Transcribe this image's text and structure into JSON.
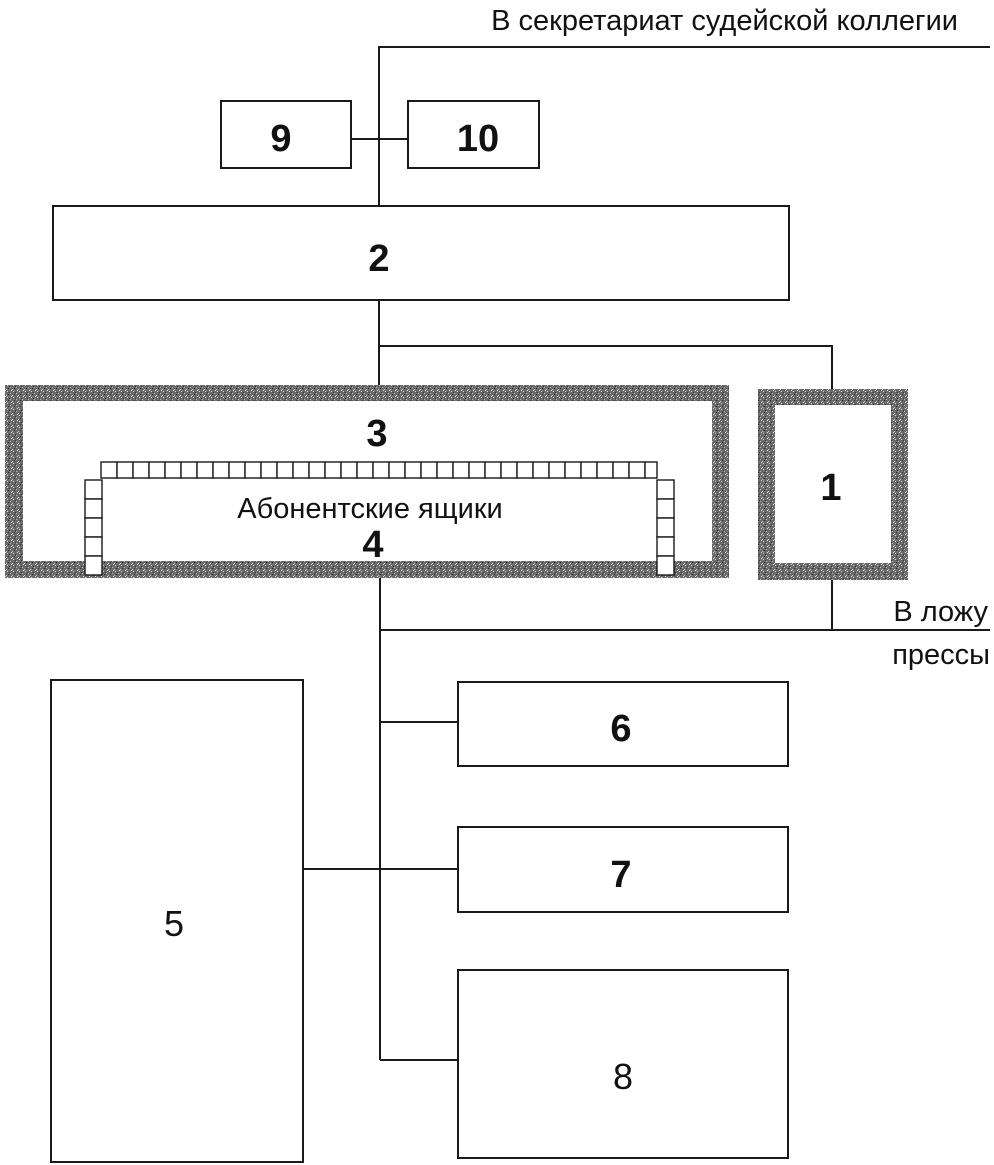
{
  "top_caption": "В секретариат судейской коллегии",
  "press_caption_line1": "В ложу",
  "press_caption_line2": "прессы",
  "mailbox_caption": "Абонентские ящики",
  "blocks": {
    "b1": "1",
    "b2": "2",
    "b3": "3",
    "b4": "4",
    "b5": "5",
    "b6": "6",
    "b7": "7",
    "b8": "8",
    "b9": "9",
    "b10": "10"
  },
  "colors": {
    "line": "#1a1a1a",
    "thick_border": "#6e6e6e",
    "background": "#ffffff"
  }
}
